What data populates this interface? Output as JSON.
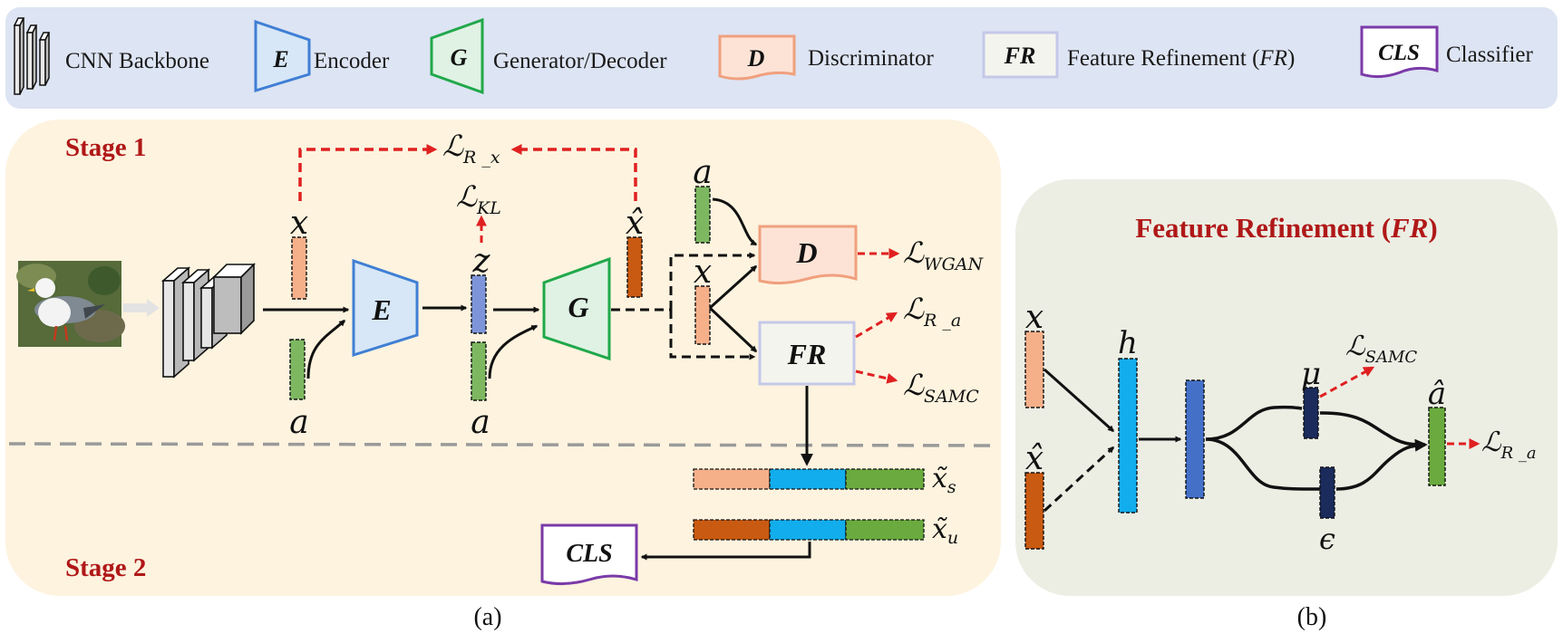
{
  "colors": {
    "legend_bg": "#dde4f3",
    "stage_bg": "#fdf3df",
    "fr_bg": "#eceee4",
    "encoder": "#3f7fd4",
    "encoder_fill": "#d7e7f7",
    "generator": "#20a84a",
    "generator_fill": "#dff2e3",
    "discriminator": "#f0a07e",
    "discriminator_fill": "#fde3d6",
    "fr_box": "#c5c8e8",
    "fr_fill": "#f4f4ee",
    "classifier": "#7a3aa8",
    "red_arrow": "#e02020",
    "feat_x": "#f5b08a",
    "feat_xhat": "#c95a12",
    "feat_a": "#7db861",
    "feat_z": "#7d95d8",
    "feat_cyan": "#12adec",
    "feat_blue": "#4470c8",
    "feat_navy": "#1a2b5c",
    "feat_green": "#6aaa3e"
  },
  "legend": {
    "cnn_label": "CNN Backbone",
    "encoder_symbol": "E",
    "encoder_label": "Encoder",
    "generator_symbol": "G",
    "generator_label": "Generator/Decoder",
    "discriminator_symbol": "D",
    "discriminator_label": "Discriminator",
    "fr_symbol": "FR",
    "fr_label_prefix": "Feature Refinement (",
    "fr_label_em": "FR",
    "fr_label_suffix": ")",
    "cls_symbol": "CLS",
    "cls_label": "Classifier"
  },
  "panel_a": {
    "stage1": "Stage 1",
    "stage2": "Stage 2",
    "caption": "(a)",
    "blocks": {
      "encoder": "E",
      "generator": "G",
      "discriminator": "D",
      "fr": "FR",
      "classifier": "CLS"
    },
    "vars": {
      "x": "x",
      "x_hat": "x̂",
      "a": "a",
      "z": "z",
      "x_tilde": "x̃",
      "sub_s": "s",
      "sub_u": "u"
    },
    "losses": {
      "rx": {
        "main": "ℒ",
        "sub": "R _x"
      },
      "kl": {
        "main": "ℒ",
        "sub": "KL"
      },
      "wgan": {
        "main": "ℒ",
        "sub": "WGAN"
      },
      "ra": {
        "main": "ℒ",
        "sub": "R _a"
      },
      "samc": {
        "main": "ℒ",
        "sub": "SAMC"
      }
    }
  },
  "panel_b": {
    "title_prefix": "Feature Refinement (",
    "title_em": "FR",
    "title_suffix": ")",
    "caption": "(b)",
    "vars": {
      "x": "x",
      "x_hat": "x̂",
      "h": "h",
      "mu": "μ",
      "eps": "ϵ",
      "a_hat": "â"
    },
    "losses": {
      "samc": {
        "main": "ℒ",
        "sub": "SAMC"
      },
      "ra": {
        "main": "ℒ",
        "sub": "R _a"
      }
    }
  }
}
